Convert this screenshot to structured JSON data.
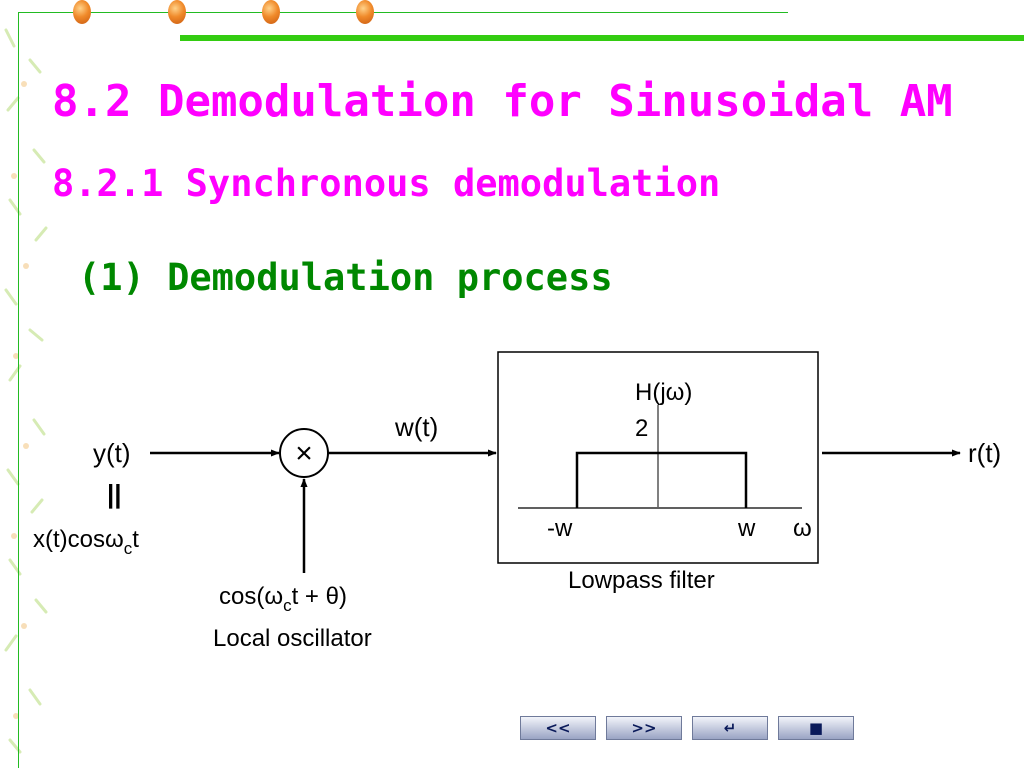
{
  "slide": {
    "title": "8.2 Demodulation for Sinusoidal AM",
    "subtitle": "8.2.1 Synchronous demodulation",
    "section": "(1) Demodulation process"
  },
  "colors": {
    "title": "#ff00ff",
    "section": "#008800",
    "accent_rule": "#33cc11",
    "bead": "#f08a2a"
  },
  "diagram": {
    "input_label": "y(t)",
    "equals_sign": "||",
    "input_expr_main": "x(t)cosω",
    "input_expr_sub": "c",
    "input_expr_tail": "t",
    "multiplier_symbol": "×",
    "mixer_output_label": "w(t)",
    "oscillator_expr_head": "cos(ω",
    "oscillator_expr_sub": "c",
    "oscillator_expr_tail": "t + θ)",
    "oscillator_label": "Local oscillator",
    "filter_response_label": "H(jω)",
    "filter_gain": "2",
    "filter_neg_cutoff": "-w",
    "filter_pos_cutoff": "w",
    "filter_axis_label": "ω",
    "filter_label": "Lowpass filter",
    "output_label": "r(t)"
  },
  "nav": {
    "prev_label": "<<",
    "next_label": ">>",
    "return_label": "↵",
    "stop_label": "■"
  }
}
